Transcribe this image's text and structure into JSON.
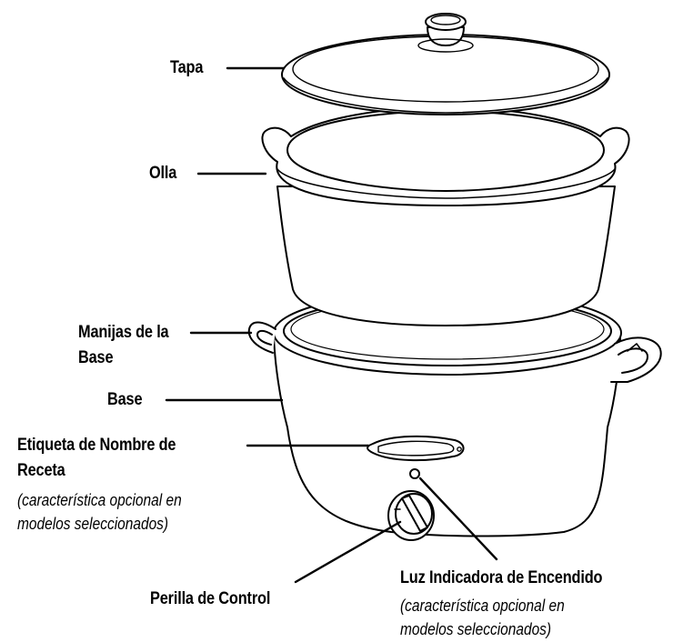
{
  "labels": {
    "tapa": "Tapa",
    "olla": "Olla",
    "manijas_line1": "Manijas de la",
    "manijas_line2": "Base",
    "base": "Base",
    "etiqueta_line1": "Etiqueta de Nombre de",
    "etiqueta_line2": "Receta",
    "perilla": "Perilla de Control",
    "luz": "Luz Indicadora de Encendido"
  },
  "notes": {
    "etiqueta_line1": "(característica opcional en",
    "etiqueta_line2": "modelos seleccionados)",
    "luz_line1": "(característica opcional en",
    "luz_line2": "modelos seleccionados)"
  }
}
